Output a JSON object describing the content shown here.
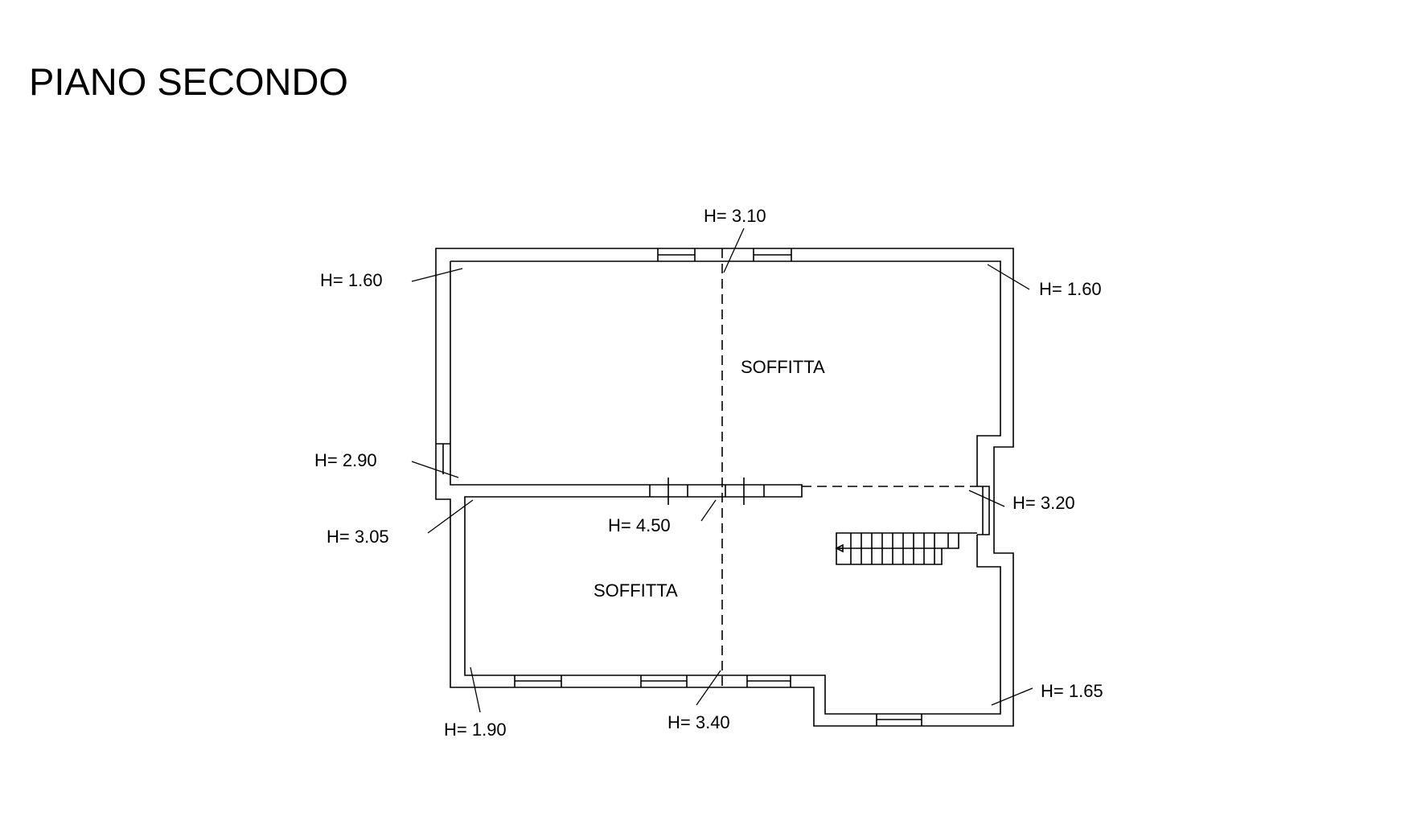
{
  "title": "PIANO SECONDO",
  "rooms": [
    "SOFFITTA",
    "SOFFITTA"
  ],
  "heights": [
    "H= 3.10",
    "H= 1.60",
    "H= 1.60",
    "H= 2.90",
    "H= 3.20",
    "H= 3.05",
    "H= 4.50",
    "H= 1.65",
    "H= 1.90",
    "H= 3.40"
  ],
  "colors": {
    "line": "#000000",
    "background": "#ffffff"
  }
}
